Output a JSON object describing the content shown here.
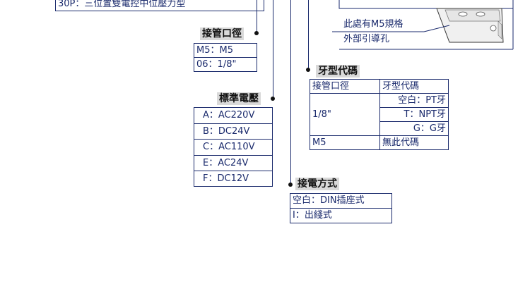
{
  "top_spec": {
    "text": "30P：三位置雙電控中位壓力型"
  },
  "port_size": {
    "title": "接管口徑",
    "rows": [
      "M5：M5",
      "06：1/8\""
    ]
  },
  "voltage": {
    "title": "標準電壓",
    "rows": [
      "A：AC220V",
      "B：DC24V",
      "C：AC110V",
      "E：AC24V",
      "F：DC12V"
    ]
  },
  "thread_code": {
    "title": "牙型代碼",
    "col1_header": "接管口徑",
    "col2_header": "牙型代碼",
    "group_label": "1/8\"",
    "group_codes": [
      "空白：PT牙",
      "T：NPT牙",
      "G：G牙"
    ],
    "m5_label": "M5",
    "m5_code": "無此代碼"
  },
  "wiring": {
    "title": "接電方式",
    "rows": [
      "空白：DIN插座式",
      "I：出綫式"
    ]
  },
  "callout": {
    "line1": "此處有M5規格",
    "line2": "外部引導孔"
  },
  "colors": {
    "text": "#1a2a6c",
    "header_bg": "#d9d9d9"
  }
}
